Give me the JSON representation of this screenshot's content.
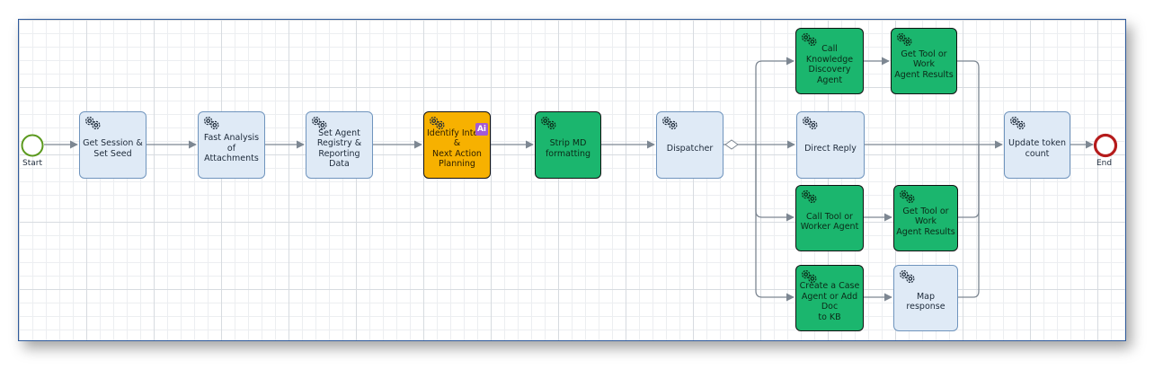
{
  "events": {
    "start": {
      "label": "Start"
    },
    "end": {
      "label": "End"
    }
  },
  "nodes": [
    {
      "id": "get-session",
      "label": "Get Session &\nSet Seed",
      "style": "blue"
    },
    {
      "id": "fast-analysis",
      "label": "Fast Analysis of\nAttachments",
      "style": "blue"
    },
    {
      "id": "set-agent",
      "label": "Set Agent\nRegistry &\nReporting Data",
      "style": "blue"
    },
    {
      "id": "identify-intent",
      "label": "Identify Intent &\nNext Action\nPlanning",
      "style": "orange",
      "badge": "Ai"
    },
    {
      "id": "strip-md",
      "label": "Strip MD\nformatting",
      "style": "green"
    },
    {
      "id": "dispatcher",
      "label": "Dispatcher",
      "style": "blue"
    },
    {
      "id": "call-knowledge",
      "label": "Call Knowledge\nDiscovery Agent",
      "style": "green"
    },
    {
      "id": "get-results-1",
      "label": "Get Tool or Work\nAgent Results",
      "style": "green"
    },
    {
      "id": "direct-reply",
      "label": "Direct Reply",
      "style": "blue"
    },
    {
      "id": "call-tool",
      "label": "Call Tool or\nWorker Agent",
      "style": "green"
    },
    {
      "id": "get-results-2",
      "label": "Get Tool or Work\nAgent Results",
      "style": "green"
    },
    {
      "id": "create-case",
      "label": "Create a Case\nAgent or Add Doc\nto KB",
      "style": "green"
    },
    {
      "id": "map-response",
      "label": "Map response",
      "style": "blue"
    },
    {
      "id": "update-token",
      "label": "Update token\ncount",
      "style": "blue"
    }
  ],
  "colors": {
    "task_blue": "#dfeaf6",
    "task_green": "#1bb66e",
    "task_orange": "#f7b100",
    "start_event": "#5c9a1f",
    "end_event": "#b51b1b",
    "flow_line": "#7d8792"
  }
}
